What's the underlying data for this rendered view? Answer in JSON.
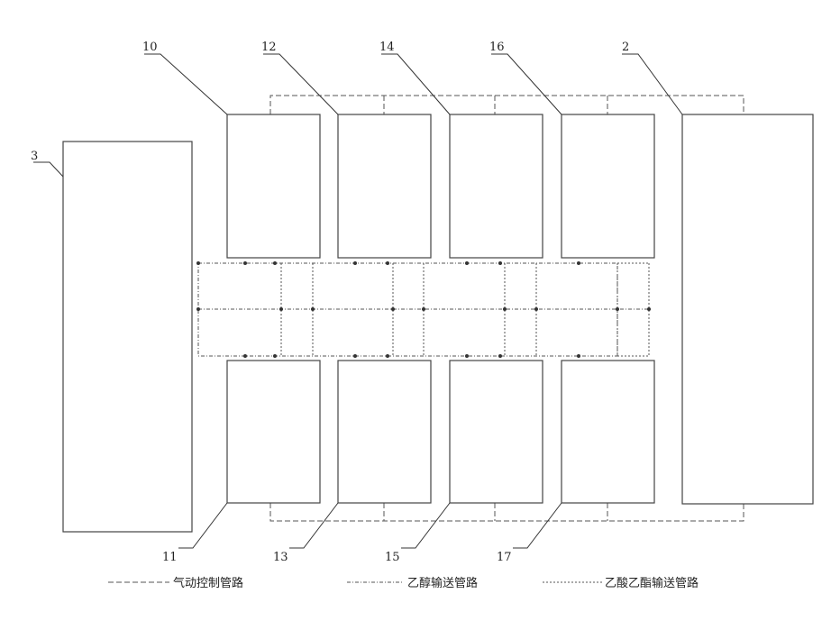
{
  "labels": {
    "box_3": "3",
    "box_10": "10",
    "box_12": "12",
    "box_14": "14",
    "box_16": "16",
    "box_2": "2",
    "box_11": "11",
    "box_13": "13",
    "box_15": "15",
    "box_17": "17"
  },
  "legend": {
    "item1": "气动控制管路",
    "item2": "乙醇输送管路",
    "item3": "乙酸乙酯输送管路"
  }
}
